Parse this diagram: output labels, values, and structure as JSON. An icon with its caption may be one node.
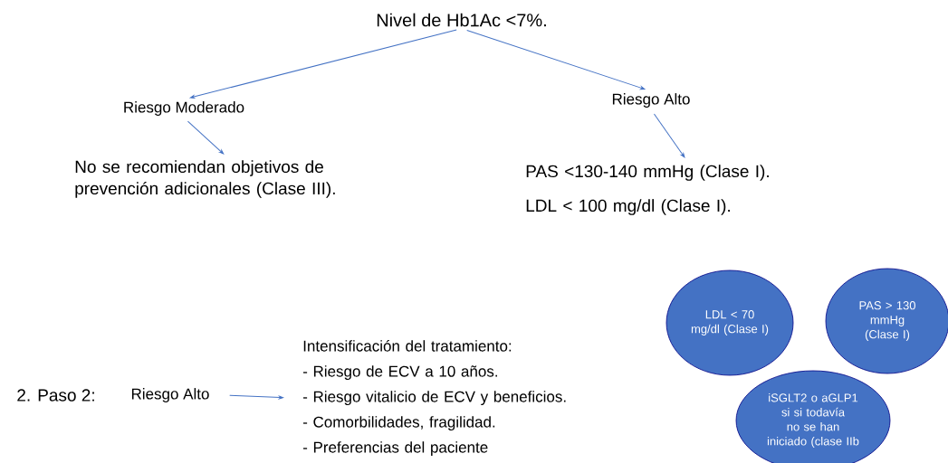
{
  "diagram": {
    "nodes": [
      {
        "text": [
          "Nivel de Hb1Ac <7%."
        ]
      },
      {
        "text": [
          "Riesgo Moderado"
        ]
      },
      {
        "text": [
          "Riesgo Alto"
        ]
      },
      {
        "text": [
          "No se recomiendan objetivos de prevención adicionales (Clase III)."
        ]
      },
      {
        "text": [
          "PAS <130-140 mmHg (Clase I).",
          "LDL < 100 mg/dl (Clase I)."
        ]
      },
      {
        "text": [
          "Riesgo Alto"
        ]
      },
      {
        "text": [
          "Intensificación del tratamiento:",
          "- Riesgo de ECV a 10 años.",
          "- Riesgo vitalicio de ECV y beneficios.",
          "- Comorbilidades, fragilidad.",
          "- Preferencias del paciente"
        ]
      },
      {
        "text": [
          "LDL < 70 mg/dl (Clase I)"
        ]
      },
      {
        "text": [
          "PAS > 130 mmHg (Clase I)"
        ]
      },
      {
        "text": [
          "iSGLT2 o aGLP1 si si todavía no se han iniciado (clase IIb"
        ]
      }
    ],
    "edges": [
      {
        "from": 0,
        "to": 1,
        "arrow": "to"
      },
      {
        "from": 0,
        "to": 2,
        "arrow": "to"
      },
      {
        "from": 1,
        "to": 3,
        "arrow": "to"
      },
      {
        "from": 2,
        "to": 4,
        "arrow": "to"
      },
      {
        "from": 5,
        "to": 6,
        "arrow": "to"
      }
    ],
    "labels": [
      "2. Paso 2:"
    ]
  }
}
